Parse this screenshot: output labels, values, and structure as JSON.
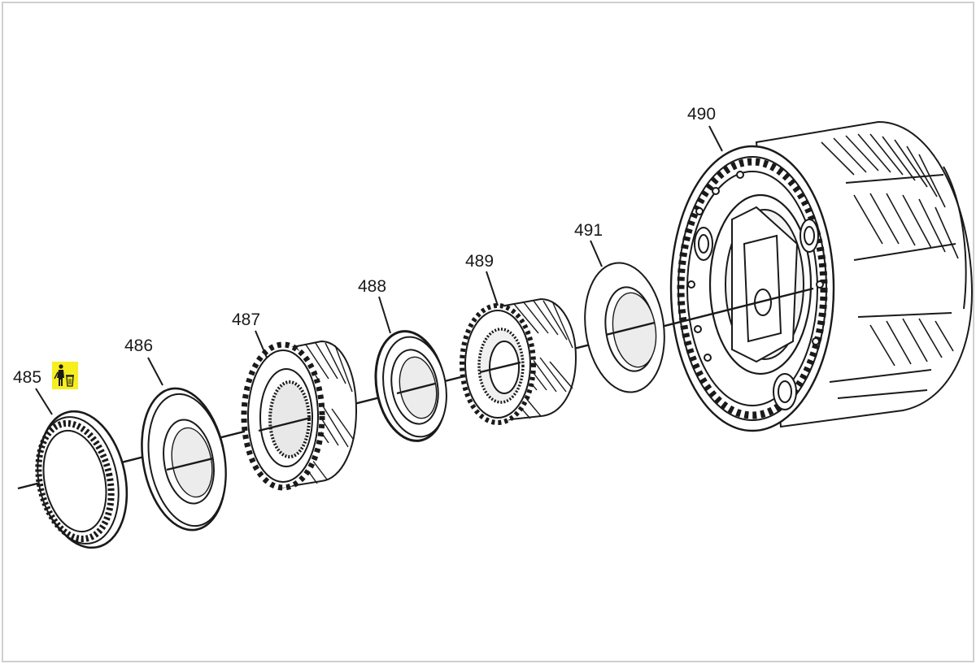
{
  "diagram": {
    "parts": [
      {
        "id": "p485",
        "label": "485"
      },
      {
        "id": "p486",
        "label": "486"
      },
      {
        "id": "p487",
        "label": "487"
      },
      {
        "id": "p488",
        "label": "488"
      },
      {
        "id": "p489",
        "label": "489"
      },
      {
        "id": "p491",
        "label": "491"
      },
      {
        "id": "p490",
        "label": "490"
      }
    ],
    "badge": {
      "icon": "discard-trash-icon",
      "color": "#f6ee1f",
      "applies_to": "485"
    },
    "colors": {
      "line": "#1a1a1a",
      "fill": "#ffffff",
      "shade": "#e6e6e6",
      "frame": "#cfcfcf"
    }
  }
}
